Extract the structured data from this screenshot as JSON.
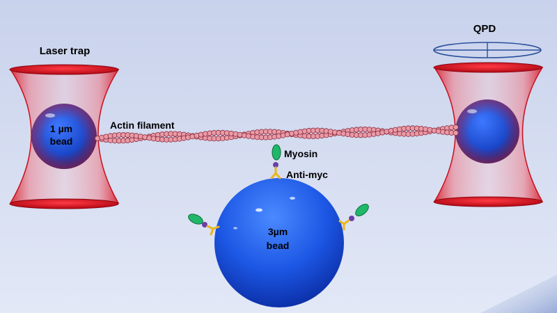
{
  "labels": {
    "laser_trap": "Laser trap",
    "qpd": "QPD",
    "small_bead_line1": "1 µm",
    "small_bead_line2": "bead",
    "actin_filament": "Actin filament",
    "myosin": "Myosin",
    "anti_myc": "Anti-myc",
    "large_bead_line1": "3µm",
    "large_bead_line2": "bead"
  },
  "colors": {
    "background_top": "#cbd4ec",
    "background_bottom": "#dfe6f6",
    "trap_red": "#d8121f",
    "trap_fill": "#f07a86",
    "bead_blue": "#1d56e0",
    "bead_dark": "#0a2a9c",
    "actin_bead": "#e99aa6",
    "actin_outline": "#8a2a3c",
    "myosin_green": "#1fb86a",
    "myosin_neck": "#6a3fa8",
    "antibody_yellow": "#e9b61b",
    "qpd_outline": "#2b4f9a"
  },
  "icons": {
    "myosin": "myosin-head-icon",
    "antibody": "antibody-y-icon"
  }
}
